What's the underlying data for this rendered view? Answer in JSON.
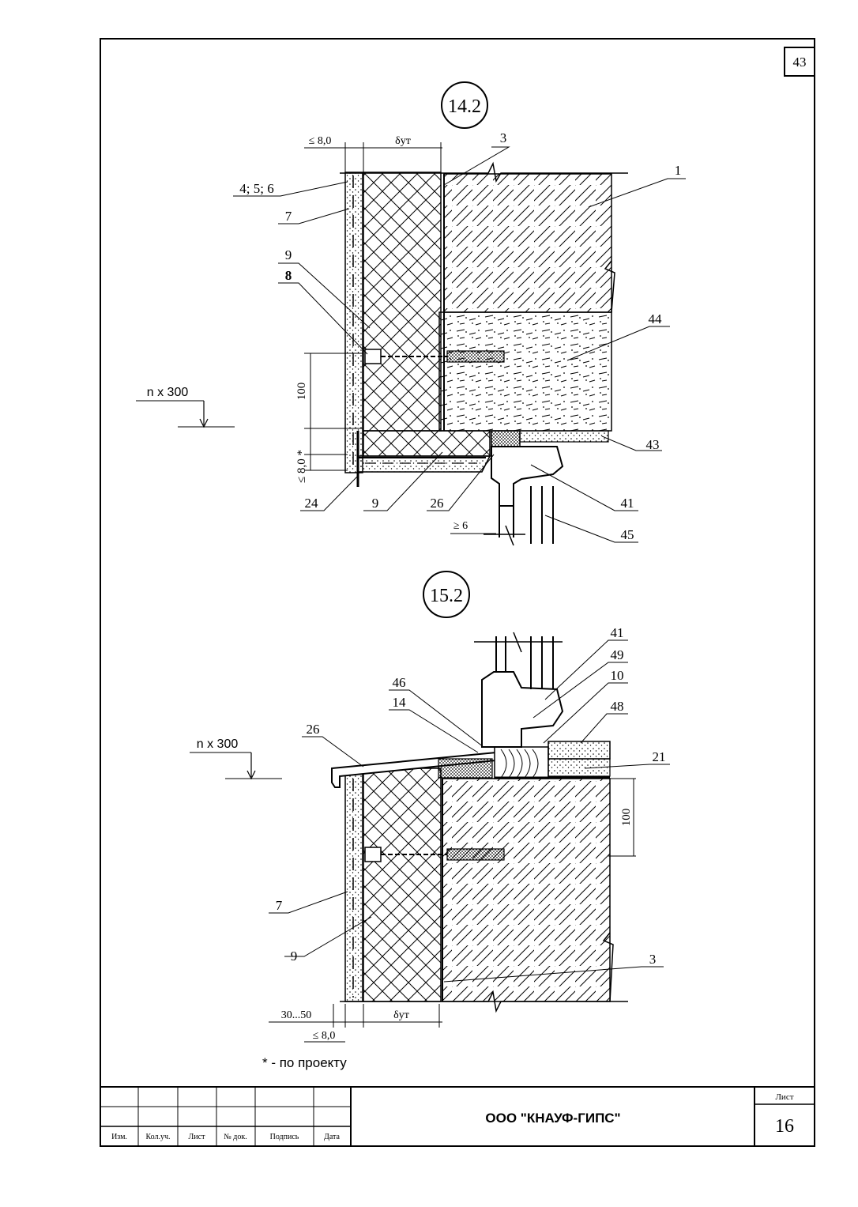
{
  "page_number_corner": "43",
  "detail_14_2": {
    "id": "14.2",
    "dim_finish": "≤ 8,0",
    "dim_insulation": "δут",
    "dim_anchor_spacing": "100",
    "dim_reveal": "≤ 8,0 *",
    "dim_gap": "≥ 6",
    "callout_n300": "n x 300",
    "labels": {
      "l1": "1",
      "l3": "3",
      "l4_5_6": "4; 5; 6",
      "l7": "7",
      "l8": "8",
      "l9a": "9",
      "l9b": "9",
      "l24": "24",
      "l26": "26",
      "l41": "41",
      "l43": "43",
      "l44": "44",
      "l45": "45"
    }
  },
  "detail_15_2": {
    "id": "15.2",
    "dim_anchor_spacing": "100",
    "dim_finish_range": "30...50",
    "dim_finish": "≤ 8,0",
    "dim_insulation": "δут",
    "callout_n300": "n x 300",
    "labels": {
      "l41": "41",
      "l49": "49",
      "l10": "10",
      "l46": "46",
      "l14": "14",
      "l48": "48",
      "l26": "26",
      "l21": "21",
      "l7": "7",
      "l9": "9",
      "l3": "3"
    }
  },
  "footnote": "* - по проекту",
  "title_block": {
    "company": "ООО \"КНАУФ-ГИПС\"",
    "sheet_label": "Лист",
    "sheet_number": "16",
    "columns": [
      "Изм.",
      "Кол.уч.",
      "Лист",
      "№ док.",
      "Подпись",
      "Дата"
    ]
  }
}
